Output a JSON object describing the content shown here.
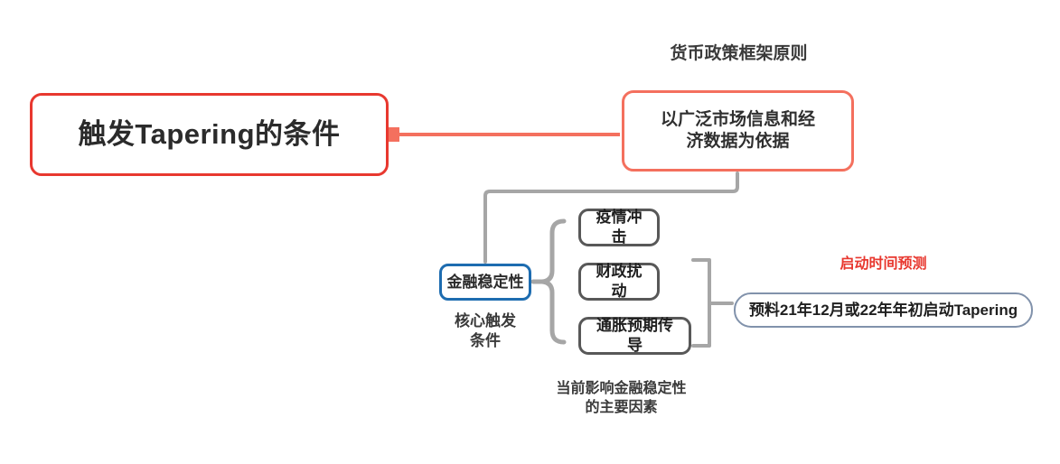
{
  "diagram": {
    "type": "mind-map",
    "background": "#ffffff",
    "root": {
      "text": "触发Tapering的条件",
      "border_color": "#e8382f"
    },
    "principle": {
      "label": "货币政策框架原则",
      "text": "以广泛市场信息和经\n济数据为依据",
      "border_color": "#f4705e"
    },
    "core": {
      "text": "金融稳定性",
      "label": "核心触发\n条件",
      "border_color": "#1d6cb0"
    },
    "factors": {
      "label": "当前影响金融稳定性\n的主要因素",
      "border_color": "#585858",
      "items": [
        {
          "text": "疫情冲击"
        },
        {
          "text": "财政扰动"
        },
        {
          "text": "通胀预期传导"
        }
      ]
    },
    "prediction": {
      "label": "启动时间预测",
      "label_color": "#e8382f",
      "text": "预料21年12月或22年年初启动Tapering",
      "border_color": "#8192ab"
    },
    "connectors": {
      "root_to_principle_color": "#f4705e",
      "tree_color": "#a6a6a6"
    }
  }
}
